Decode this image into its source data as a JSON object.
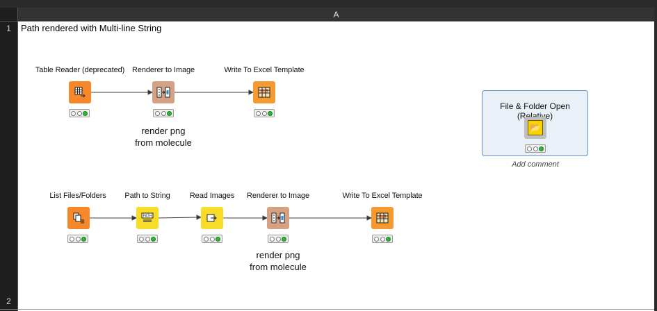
{
  "sheet": {
    "column_header": "A",
    "row_numbers": [
      "1",
      "2"
    ],
    "cell_a1_text": "Path rendered with Multi-line String"
  },
  "workflow": {
    "row1": [
      {
        "label": "Table Reader (deprecated)",
        "icon": "table-reader-icon"
      },
      {
        "label": "Renderer to Image",
        "icon": "renderer-icon"
      },
      {
        "label": "Write To Excel Template",
        "icon": "excel-writer-icon"
      }
    ],
    "row2": [
      {
        "label": "List Files/Folders",
        "icon": "list-files-icon"
      },
      {
        "label": "Path to String",
        "icon": "path-to-string-icon"
      },
      {
        "label": "Read Images",
        "icon": "read-images-icon"
      },
      {
        "label": "Renderer to Image",
        "icon": "renderer-icon"
      },
      {
        "label": "Write To Excel Template",
        "icon": "excel-writer-icon"
      }
    ],
    "annotation1": {
      "line1": "render png",
      "line2": "from  molecule"
    },
    "annotation2": {
      "line1": "render png",
      "line2": "from  molecule"
    },
    "component": {
      "title": "File & Folder Open (Relative)",
      "add_comment": "Add comment",
      "icon": "folder-open-icon"
    },
    "colors": {
      "source": "#f7882a",
      "sink": "#f59a31",
      "manipulator": "#d4a184",
      "other": "#f8dc2a",
      "status_green": "#2fb63a",
      "component_border": "#5b8fc5"
    }
  }
}
